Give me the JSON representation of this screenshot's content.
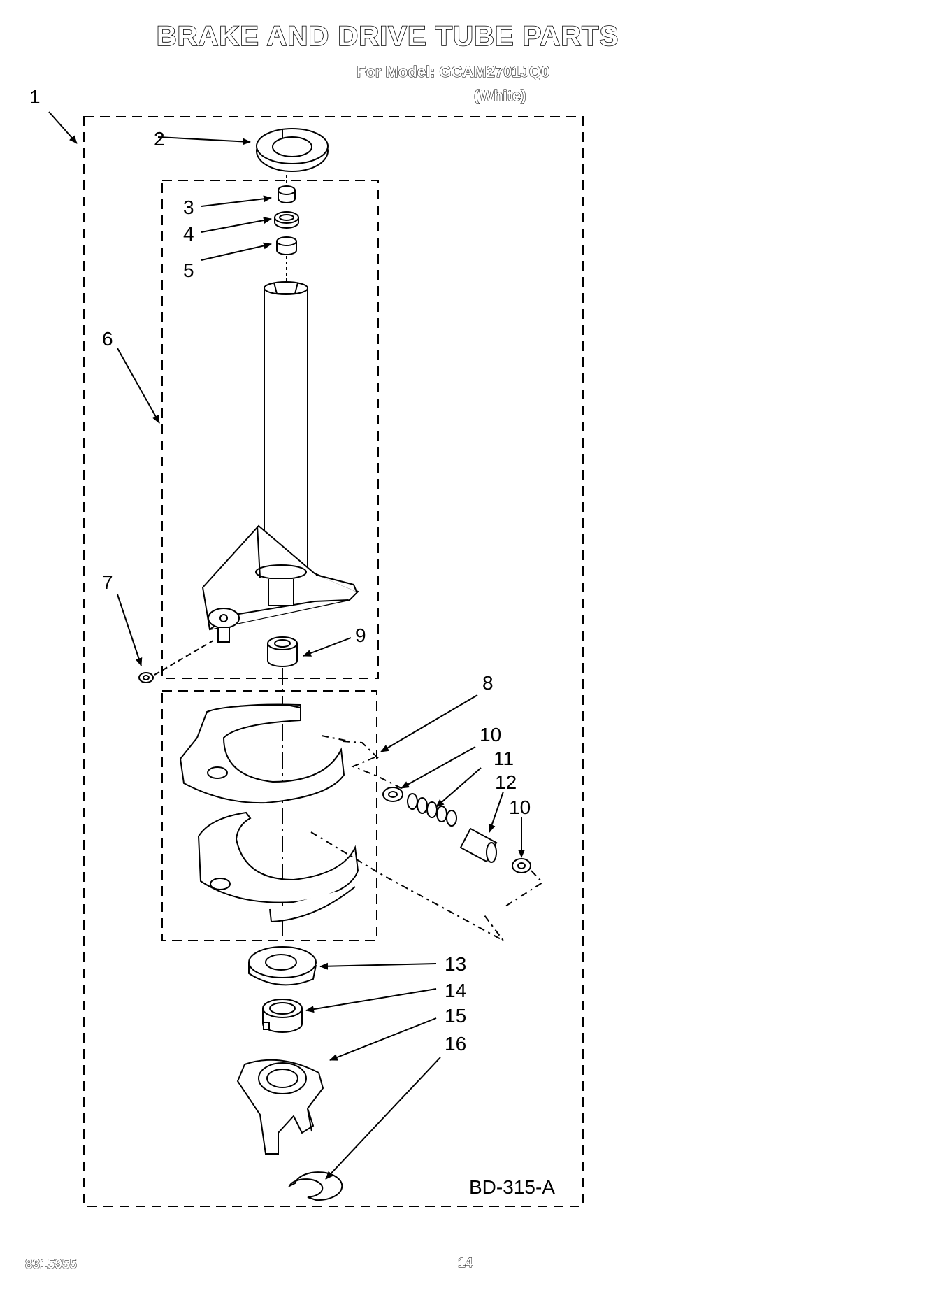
{
  "header": {
    "title": "BRAKE AND DRIVE TUBE PARTS",
    "model_line": "For Model: GCAM2701JQ0",
    "color_line": "(White)"
  },
  "diagram": {
    "code": "BD-315-A",
    "callouts": [
      "1",
      "2",
      "3",
      "4",
      "5",
      "6",
      "7",
      "8",
      "9",
      "10",
      "11",
      "12",
      "10",
      "13",
      "14",
      "15",
      "16"
    ]
  },
  "footer": {
    "doc_number": "8315955",
    "page_number": "14"
  }
}
